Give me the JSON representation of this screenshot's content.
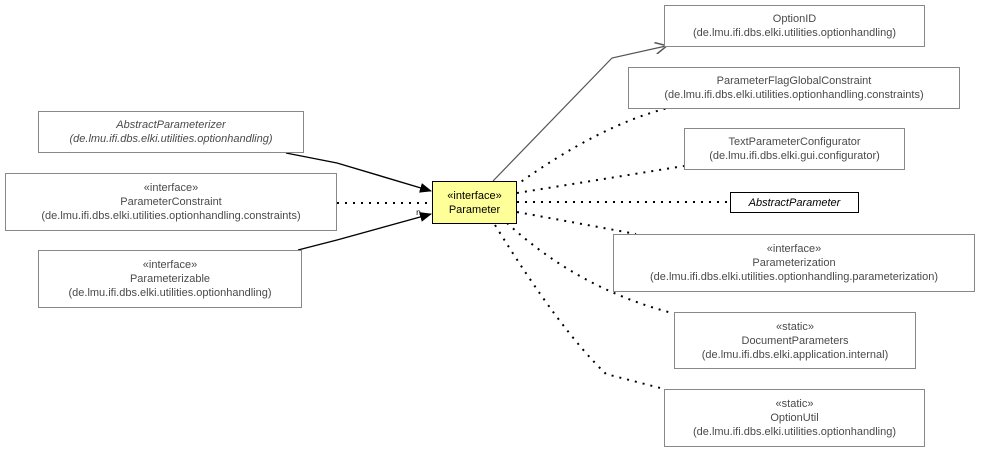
{
  "colors": {
    "focus_fill": "#ffff99",
    "node_border": "#888888",
    "edge": "#000000",
    "realize_edge": "#555555"
  },
  "nodes": {
    "option_id": {
      "lines": [
        "OptionID",
        "(de.lmu.ifi.dbs.elki.utilities.optionhandling)"
      ]
    },
    "flag_constraint": {
      "lines": [
        "ParameterFlagGlobalConstraint",
        "(de.lmu.ifi.dbs.elki.utilities.optionhandling.constraints)"
      ]
    },
    "text_configurator": {
      "lines": [
        "TextParameterConfigurator",
        "(de.lmu.ifi.dbs.elki.gui.configurator)"
      ]
    },
    "abstract_parameter": {
      "lines": [
        "AbstractParameter"
      ]
    },
    "parameterization": {
      "lines": [
        "«interface»",
        "Parameterization",
        "(de.lmu.ifi.dbs.elki.utilities.optionhandling.parameterization)"
      ]
    },
    "document_parameters": {
      "lines": [
        "«static»",
        "DocumentParameters",
        "(de.lmu.ifi.dbs.elki.application.internal)"
      ]
    },
    "option_util": {
      "lines": [
        "«static»",
        "OptionUtil",
        "(de.lmu.ifi.dbs.elki.utilities.optionhandling)"
      ]
    },
    "parameter": {
      "lines": [
        "«interface»",
        "Parameter"
      ]
    },
    "abstract_parameterizer": {
      "lines": [
        "AbstractParameterizer",
        "(de.lmu.ifi.dbs.elki.utilities.optionhandling)"
      ]
    },
    "parameter_constraint": {
      "lines": [
        "«interface»",
        "ParameterConstraint",
        "(de.lmu.ifi.dbs.elki.utilities.optionhandling.constraints)"
      ]
    },
    "parameterizable": {
      "lines": [
        "«interface»",
        "Parameterizable",
        "(de.lmu.ifi.dbs.elki.utilities.optionhandling)"
      ]
    }
  },
  "edges": [
    {
      "from": "parameter",
      "to": "option_id",
      "style": "solid-open-arrow"
    },
    {
      "from": "parameter",
      "to": "flag_constraint",
      "style": "dotted"
    },
    {
      "from": "parameter",
      "to": "text_configurator",
      "style": "dotted"
    },
    {
      "from": "parameter",
      "to": "abstract_parameter",
      "style": "dotted"
    },
    {
      "from": "parameter",
      "to": "parameterization",
      "style": "dotted"
    },
    {
      "from": "parameter",
      "to": "document_parameters",
      "style": "dotted"
    },
    {
      "from": "parameter",
      "to": "option_util",
      "style": "dotted"
    },
    {
      "from": "abstract_parameterizer",
      "to": "parameter",
      "style": "solid-filled-arrow"
    },
    {
      "from": "parameter_constraint",
      "to": "parameter",
      "style": "dotted"
    },
    {
      "from": "parameterizable",
      "to": "parameter",
      "style": "solid-filled-arrow"
    }
  ],
  "edge_labels": [
    {
      "near": "parameter",
      "text": "n"
    }
  ]
}
